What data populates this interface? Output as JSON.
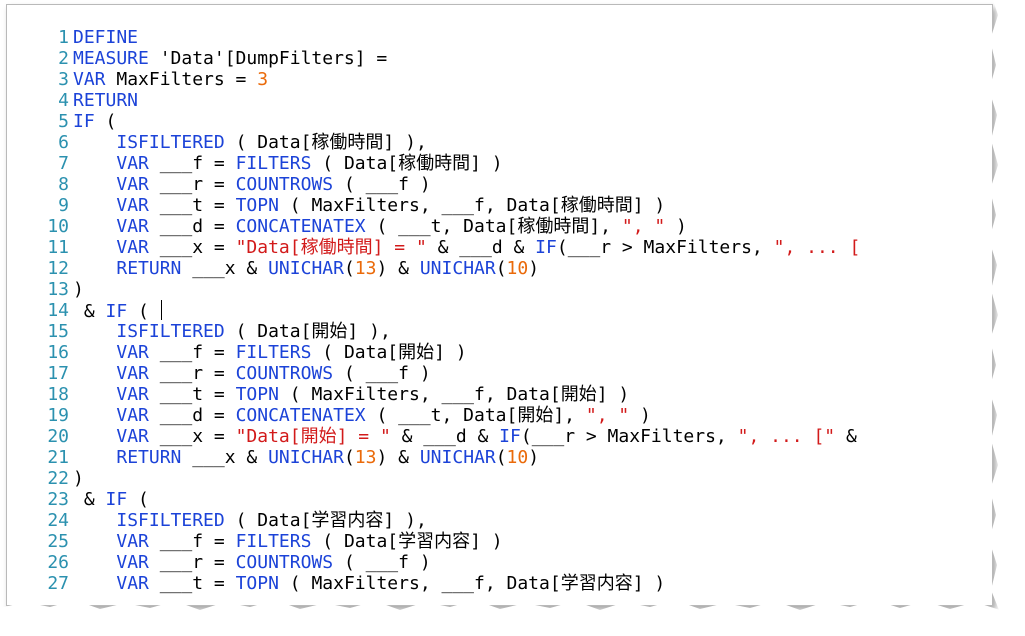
{
  "editor": {
    "lines": [
      {
        "n": "1",
        "segs": [
          {
            "c": "kw",
            "t": "DEFINE"
          }
        ]
      },
      {
        "n": "2",
        "segs": [
          {
            "c": "kw",
            "t": "MEASURE"
          },
          {
            "c": "txt",
            "t": " 'Data'[DumpFilters] ="
          }
        ]
      },
      {
        "n": "3",
        "segs": [
          {
            "c": "kw",
            "t": "VAR"
          },
          {
            "c": "txt",
            "t": " MaxFilters = "
          },
          {
            "c": "num",
            "t": "3"
          }
        ]
      },
      {
        "n": "4",
        "segs": [
          {
            "c": "kw",
            "t": "RETURN"
          }
        ]
      },
      {
        "n": "5",
        "segs": [
          {
            "c": "kw",
            "t": "IF"
          },
          {
            "c": "txt",
            "t": " ("
          }
        ]
      },
      {
        "n": "6",
        "segs": [
          {
            "c": "txt",
            "t": "    "
          },
          {
            "c": "fn",
            "t": "ISFILTERED"
          },
          {
            "c": "txt",
            "t": " ( Data[稼働時間] ),"
          }
        ]
      },
      {
        "n": "7",
        "segs": [
          {
            "c": "txt",
            "t": "    "
          },
          {
            "c": "kw",
            "t": "VAR"
          },
          {
            "c": "txt",
            "t": " ___f = "
          },
          {
            "c": "fn",
            "t": "FILTERS"
          },
          {
            "c": "txt",
            "t": " ( Data[稼働時間] )"
          }
        ]
      },
      {
        "n": "8",
        "segs": [
          {
            "c": "txt",
            "t": "    "
          },
          {
            "c": "kw",
            "t": "VAR"
          },
          {
            "c": "txt",
            "t": " ___r = "
          },
          {
            "c": "fn",
            "t": "COUNTROWS"
          },
          {
            "c": "txt",
            "t": " ( ___f )"
          }
        ]
      },
      {
        "n": "9",
        "segs": [
          {
            "c": "txt",
            "t": "    "
          },
          {
            "c": "kw",
            "t": "VAR"
          },
          {
            "c": "txt",
            "t": " ___t = "
          },
          {
            "c": "fn",
            "t": "TOPN"
          },
          {
            "c": "txt",
            "t": " ( MaxFilters, ___f, Data[稼働時間] )"
          }
        ]
      },
      {
        "n": "10",
        "segs": [
          {
            "c": "txt",
            "t": "    "
          },
          {
            "c": "kw",
            "t": "VAR"
          },
          {
            "c": "txt",
            "t": " ___d = "
          },
          {
            "c": "fn",
            "t": "CONCATENATEX"
          },
          {
            "c": "txt",
            "t": " ( ___t, Data[稼働時間], "
          },
          {
            "c": "str",
            "t": "\", \""
          },
          {
            "c": "txt",
            "t": " )"
          }
        ]
      },
      {
        "n": "11",
        "segs": [
          {
            "c": "txt",
            "t": "    "
          },
          {
            "c": "kw",
            "t": "VAR"
          },
          {
            "c": "txt",
            "t": " ___x = "
          },
          {
            "c": "str",
            "t": "\"Data[稼働時間] = \""
          },
          {
            "c": "txt",
            "t": " & ___d & "
          },
          {
            "c": "fn",
            "t": "IF"
          },
          {
            "c": "txt",
            "t": "(___r > MaxFilters, "
          },
          {
            "c": "str",
            "t": "\", ... ["
          }
        ]
      },
      {
        "n": "12",
        "segs": [
          {
            "c": "txt",
            "t": "    "
          },
          {
            "c": "kw",
            "t": "RETURN"
          },
          {
            "c": "txt",
            "t": " ___x & "
          },
          {
            "c": "fn",
            "t": "UNICHAR"
          },
          {
            "c": "txt",
            "t": "("
          },
          {
            "c": "num",
            "t": "13"
          },
          {
            "c": "txt",
            "t": ") & "
          },
          {
            "c": "fn",
            "t": "UNICHAR"
          },
          {
            "c": "txt",
            "t": "("
          },
          {
            "c": "num",
            "t": "10"
          },
          {
            "c": "txt",
            "t": ")"
          }
        ]
      },
      {
        "n": "13",
        "segs": [
          {
            "c": "txt",
            "t": ")"
          }
        ]
      },
      {
        "n": "14",
        "segs": [
          {
            "c": "txt",
            "t": " & "
          },
          {
            "c": "fn",
            "t": "IF"
          },
          {
            "c": "txt",
            "t": " ( "
          }
        ],
        "caret": true
      },
      {
        "n": "15",
        "segs": [
          {
            "c": "txt",
            "t": "    "
          },
          {
            "c": "fn",
            "t": "ISFILTERED"
          },
          {
            "c": "txt",
            "t": " ( Data[開始] ),"
          }
        ]
      },
      {
        "n": "16",
        "segs": [
          {
            "c": "txt",
            "t": "    "
          },
          {
            "c": "kw",
            "t": "VAR"
          },
          {
            "c": "txt",
            "t": " ___f = "
          },
          {
            "c": "fn",
            "t": "FILTERS"
          },
          {
            "c": "txt",
            "t": " ( Data[開始] )"
          }
        ]
      },
      {
        "n": "17",
        "segs": [
          {
            "c": "txt",
            "t": "    "
          },
          {
            "c": "kw",
            "t": "VAR"
          },
          {
            "c": "txt",
            "t": " ___r = "
          },
          {
            "c": "fn",
            "t": "COUNTROWS"
          },
          {
            "c": "txt",
            "t": " ( ___f )"
          }
        ]
      },
      {
        "n": "18",
        "segs": [
          {
            "c": "txt",
            "t": "    "
          },
          {
            "c": "kw",
            "t": "VAR"
          },
          {
            "c": "txt",
            "t": " ___t = "
          },
          {
            "c": "fn",
            "t": "TOPN"
          },
          {
            "c": "txt",
            "t": " ( MaxFilters, ___f, Data[開始] )"
          }
        ]
      },
      {
        "n": "19",
        "segs": [
          {
            "c": "txt",
            "t": "    "
          },
          {
            "c": "kw",
            "t": "VAR"
          },
          {
            "c": "txt",
            "t": " ___d = "
          },
          {
            "c": "fn",
            "t": "CONCATENATEX"
          },
          {
            "c": "txt",
            "t": " ( ___t, Data[開始], "
          },
          {
            "c": "str",
            "t": "\", \""
          },
          {
            "c": "txt",
            "t": " )"
          }
        ]
      },
      {
        "n": "20",
        "segs": [
          {
            "c": "txt",
            "t": "    "
          },
          {
            "c": "kw",
            "t": "VAR"
          },
          {
            "c": "txt",
            "t": " ___x = "
          },
          {
            "c": "str",
            "t": "\"Data[開始] = \""
          },
          {
            "c": "txt",
            "t": " & ___d & "
          },
          {
            "c": "fn",
            "t": "IF"
          },
          {
            "c": "txt",
            "t": "(___r > MaxFilters, "
          },
          {
            "c": "str",
            "t": "\", ... [\""
          },
          {
            "c": "txt",
            "t": " &"
          }
        ]
      },
      {
        "n": "21",
        "segs": [
          {
            "c": "txt",
            "t": "    "
          },
          {
            "c": "kw",
            "t": "RETURN"
          },
          {
            "c": "txt",
            "t": " ___x & "
          },
          {
            "c": "fn",
            "t": "UNICHAR"
          },
          {
            "c": "txt",
            "t": "("
          },
          {
            "c": "num",
            "t": "13"
          },
          {
            "c": "txt",
            "t": ") & "
          },
          {
            "c": "fn",
            "t": "UNICHAR"
          },
          {
            "c": "txt",
            "t": "("
          },
          {
            "c": "num",
            "t": "10"
          },
          {
            "c": "txt",
            "t": ")"
          }
        ]
      },
      {
        "n": "22",
        "segs": [
          {
            "c": "txt",
            "t": ")"
          }
        ]
      },
      {
        "n": "23",
        "segs": [
          {
            "c": "txt",
            "t": " & "
          },
          {
            "c": "fn",
            "t": "IF"
          },
          {
            "c": "txt",
            "t": " ("
          }
        ]
      },
      {
        "n": "24",
        "segs": [
          {
            "c": "txt",
            "t": "    "
          },
          {
            "c": "fn",
            "t": "ISFILTERED"
          },
          {
            "c": "txt",
            "t": " ( Data[学習内容] ),"
          }
        ]
      },
      {
        "n": "25",
        "segs": [
          {
            "c": "txt",
            "t": "    "
          },
          {
            "c": "kw",
            "t": "VAR"
          },
          {
            "c": "txt",
            "t": " ___f = "
          },
          {
            "c": "fn",
            "t": "FILTERS"
          },
          {
            "c": "txt",
            "t": " ( Data[学習内容] )"
          }
        ]
      },
      {
        "n": "26",
        "segs": [
          {
            "c": "txt",
            "t": "    "
          },
          {
            "c": "kw",
            "t": "VAR"
          },
          {
            "c": "txt",
            "t": " ___r = "
          },
          {
            "c": "fn",
            "t": "COUNTROWS"
          },
          {
            "c": "txt",
            "t": " ( ___f )"
          }
        ]
      },
      {
        "n": "27",
        "segs": [
          {
            "c": "txt",
            "t": "    "
          },
          {
            "c": "kw",
            "t": "VAR"
          },
          {
            "c": "txt",
            "t": " ___t = "
          },
          {
            "c": "fn",
            "t": "TOPN"
          },
          {
            "c": "txt",
            "t": " ( MaxFilters, ___f, Data[学習内容] )"
          }
        ]
      }
    ]
  },
  "colors": {
    "keyword": "#1c43d8",
    "number": "#ea6a0a",
    "string": "#d21a1a",
    "line_number": "#2b91af",
    "text": "#000000"
  }
}
